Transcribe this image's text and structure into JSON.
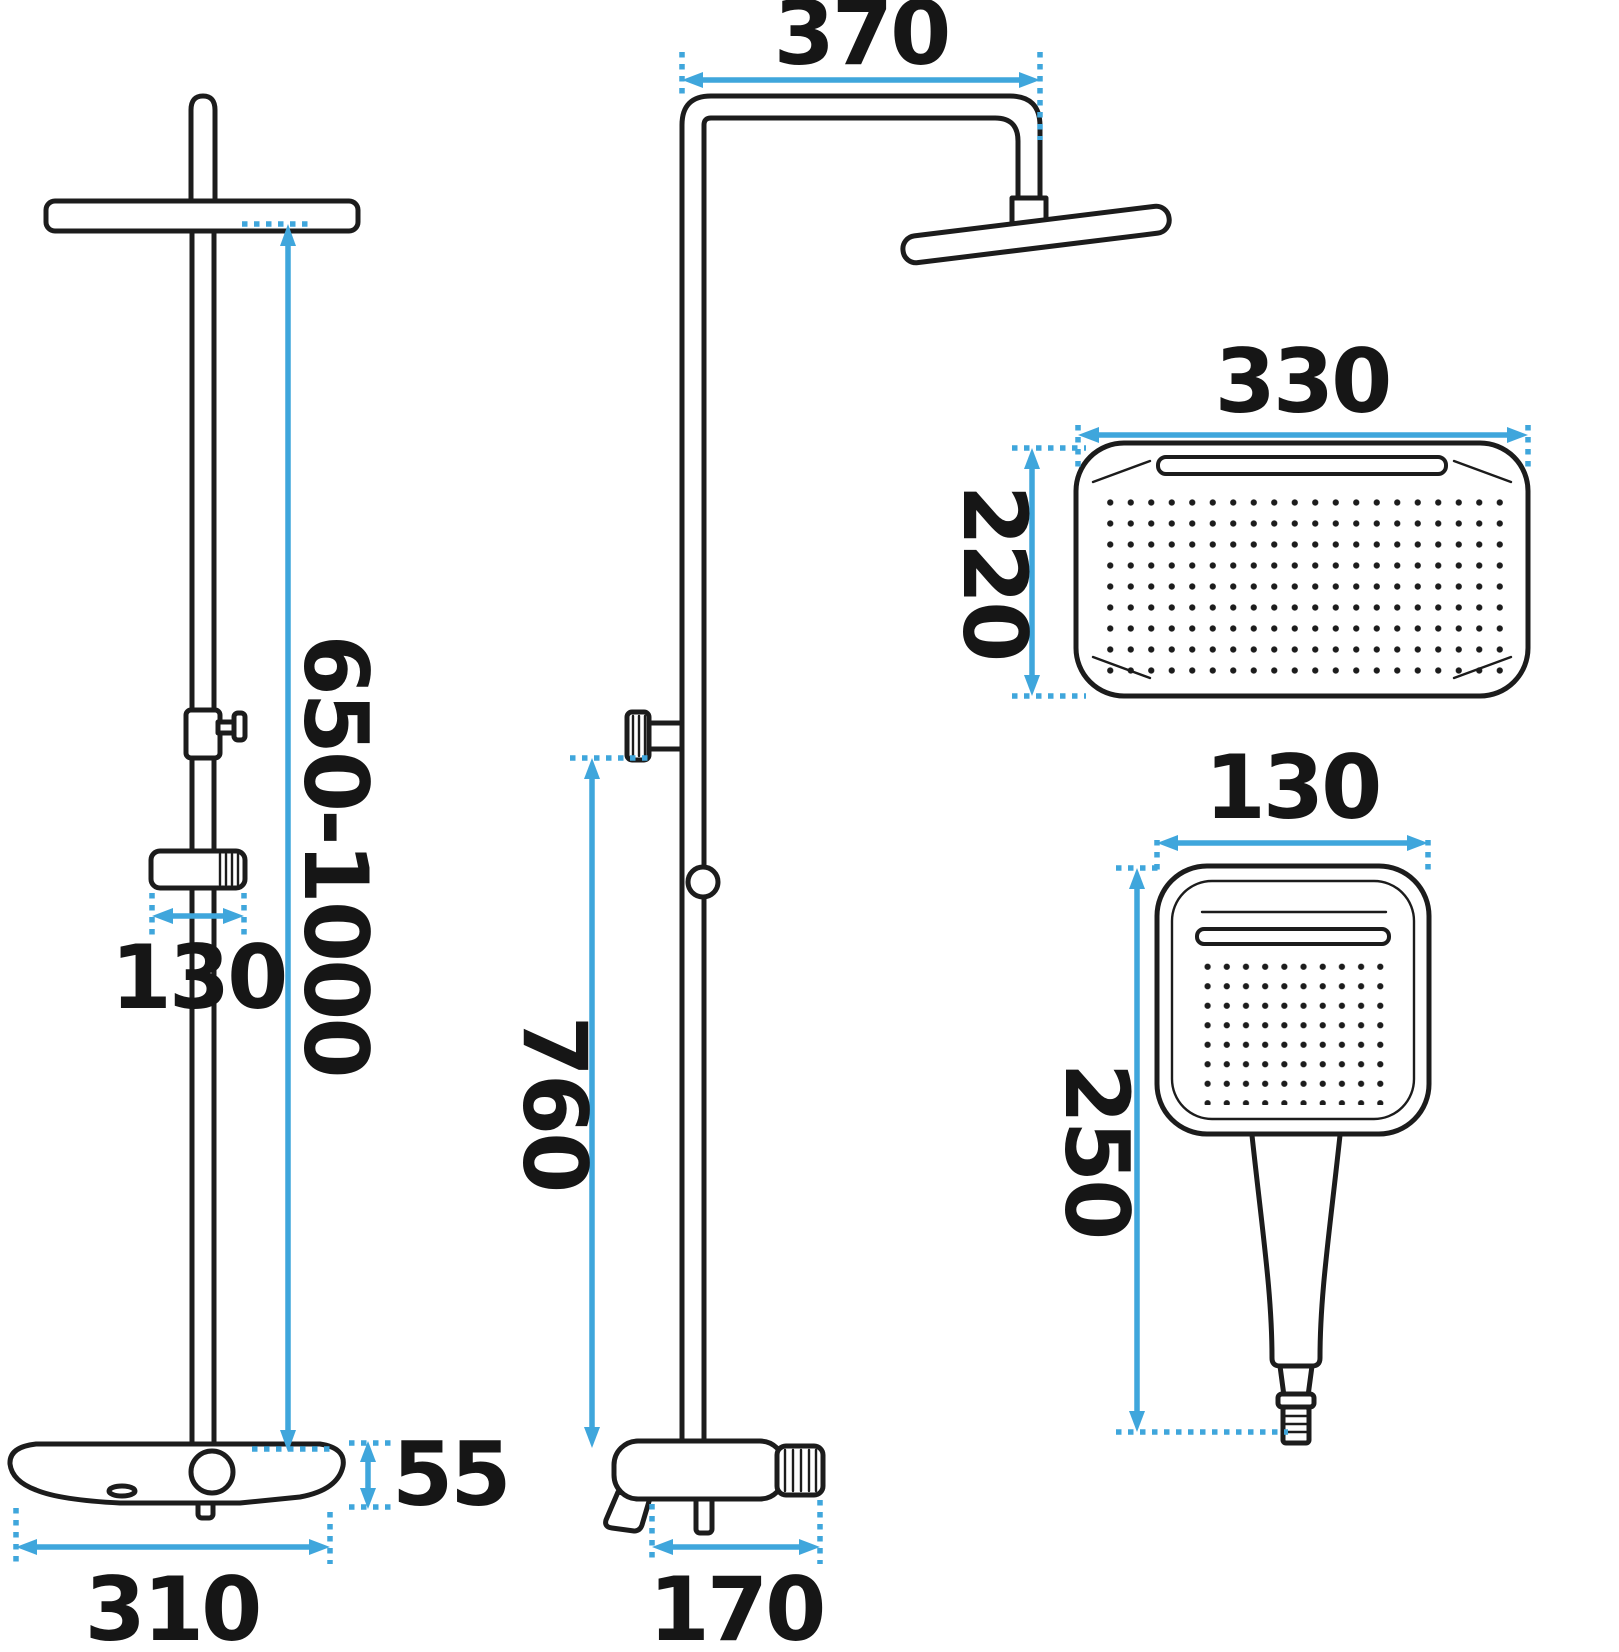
{
  "page": {
    "kind": "shower-set-technical-drawing",
    "background": "#ffffff"
  },
  "colors": {
    "dimension_accent": "#3fa6dc",
    "ink": "#1c1c1c"
  },
  "figures": {
    "front_view": {
      "name": "shower column front view",
      "dims": {
        "pole_height": "650-1000",
        "slider_width": "130",
        "base_width": "310",
        "base_height": "55"
      }
    },
    "side_view": {
      "name": "shower column side view",
      "dims": {
        "arm_length": "370",
        "column_height": "760",
        "base_depth": "170"
      }
    },
    "overhead_shower": {
      "name": "overhead shower face view",
      "dims": {
        "width": "330",
        "height": "220"
      }
    },
    "hand_shower": {
      "name": "hand shower face view",
      "dims": {
        "width": "130",
        "height": "250"
      }
    }
  }
}
